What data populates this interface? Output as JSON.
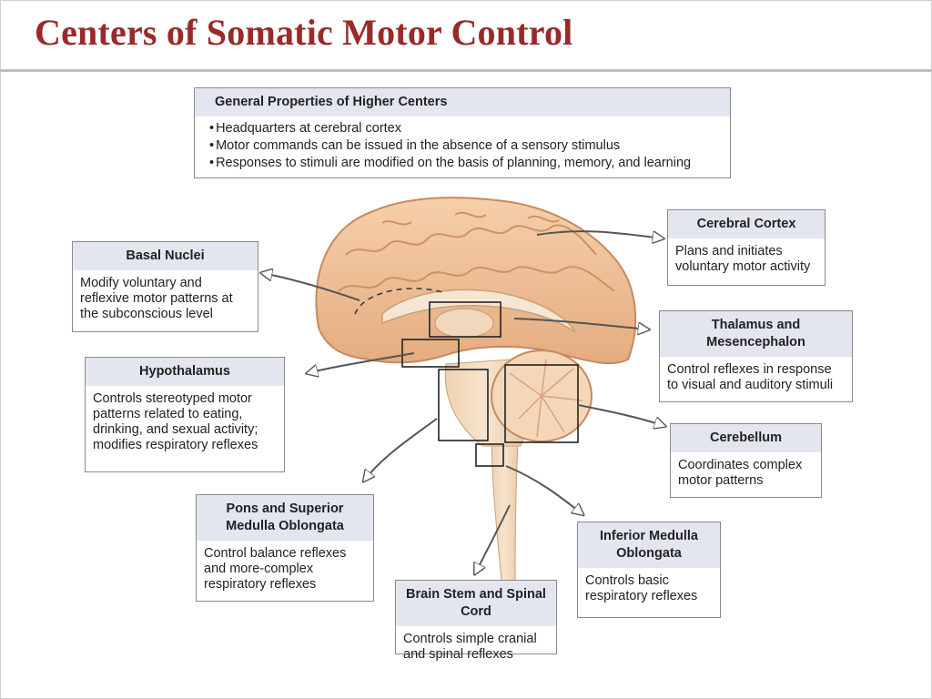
{
  "title": "Centers of Somatic Motor Control",
  "general": {
    "header": "General Properties of Higher Centers",
    "items": [
      "Headquarters at cerebral cortex",
      "Motor commands can be issued in the absence of a sensory stimulus",
      "Responses to stimuli are modified on the basis of planning, memory, and learning"
    ]
  },
  "boxes": {
    "cerebral_cortex": {
      "header": "Cerebral Cortex",
      "body": "Plans and initiates voluntary motor activity"
    },
    "basal_nuclei": {
      "header": "Basal Nuclei",
      "body": "Modify voluntary and reflexive motor patterns at the subconscious level"
    },
    "thalamus": {
      "header": "Thalamus and Mesencephalon",
      "body": "Control reflexes in response to visual and auditory stimuli"
    },
    "hypothalamus": {
      "header": "Hypothalamus",
      "body": "Controls stereotyped motor patterns related to eating, drinking, and sexual activity; modifies respiratory reflexes"
    },
    "cerebellum": {
      "header": "Cerebellum",
      "body": "Coordinates complex motor patterns"
    },
    "pons": {
      "header": "Pons and Superior Medulla Oblongata",
      "body": "Control balance reflexes and more-complex respiratory reflexes"
    },
    "inferior_medulla": {
      "header": "Inferior Medulla Oblongata",
      "body": "Controls basic respiratory reflexes"
    },
    "brain_stem": {
      "header": "Brain Stem and Spinal Cord",
      "body": "Controls simple cranial and spinal reflexes"
    }
  },
  "colors": {
    "title": "#9a2a2a",
    "box_header": "#e3e6ef",
    "brain": "#f0c29a",
    "brain_outline": "#c58a62",
    "stem": "#f3d9bc"
  }
}
